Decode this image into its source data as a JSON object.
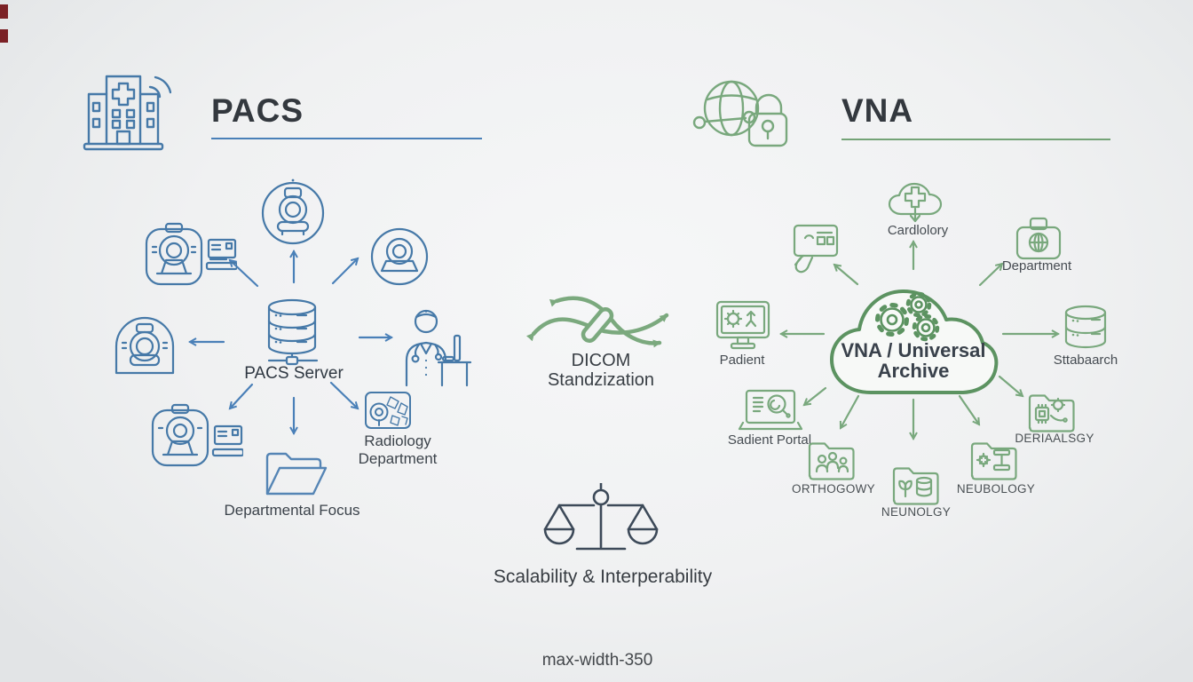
{
  "pacs": {
    "title": "PACS",
    "accent": "#4a80b8",
    "server_label": "PACS Server",
    "radiology_line1": "Radiology",
    "radiology_line2": "Department",
    "folder_label": "Departmental Focus"
  },
  "middle": {
    "dicom_line1": "DICOM",
    "dicom_line2": "Standzization",
    "scales_label": "Scalability & Interperability",
    "footer_note": "max-width-350"
  },
  "vna": {
    "title": "VNA",
    "accent": "#74a377",
    "hub_line1": "VNA / Universal",
    "hub_line2": "Archive",
    "nodes": {
      "cardiology": "Cardlolory",
      "department": "Department",
      "patient_monitor": "Padient",
      "archive_db": "Sttabaarch",
      "patient_portal": "Sadient Portal",
      "orthopedics_folder": "ORTHOGOWY",
      "neurology_folder_bottom": "NEUNOLGY",
      "neurology_folder_right": "NEUBOLOGY",
      "dermatology_folder": "DERIAALSGY"
    }
  },
  "colors": {
    "pacs_icon": "#4679a8",
    "vna_icon": "#79a87d",
    "vna_cloud": "#5c9361",
    "scales_icon": "#3d4a59",
    "corner_mark": "#7b2125"
  }
}
